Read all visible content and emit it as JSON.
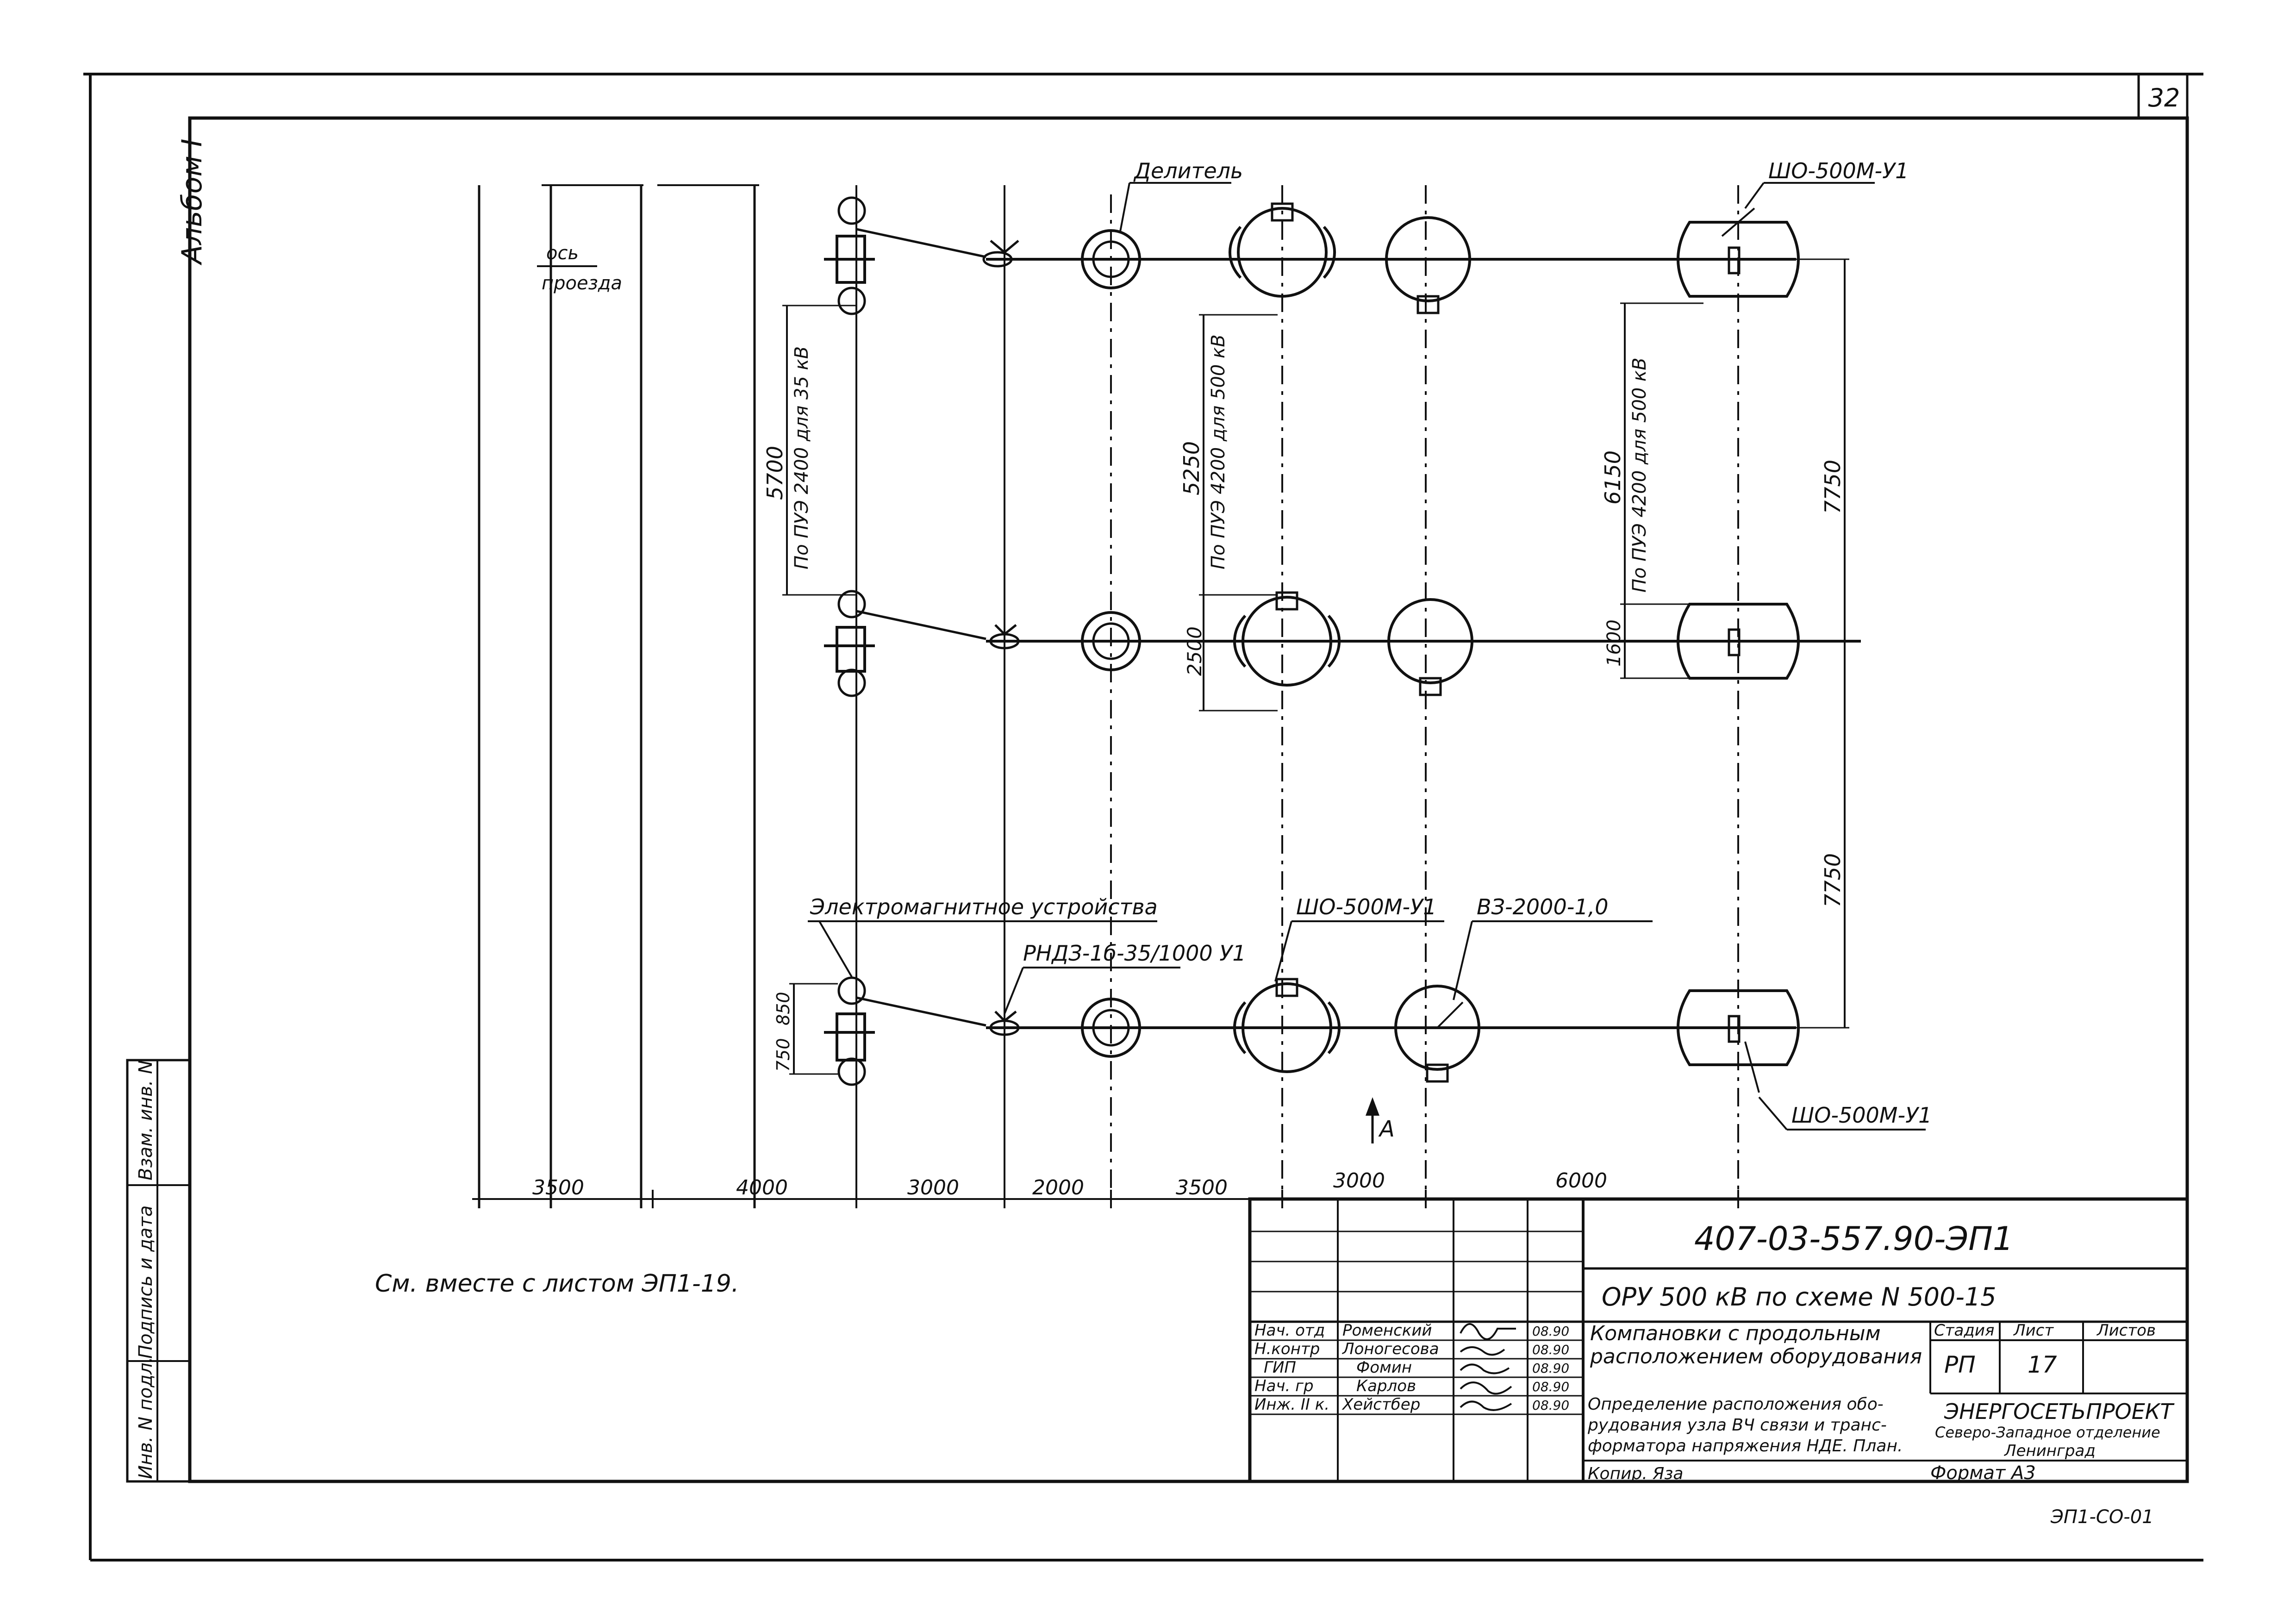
{
  "sheet": {
    "page_number": "32",
    "left_margin_title": "Альбом I",
    "see_also_note": "См. вместе с листом ЭП1-19.",
    "copy_mark": "ЭП1-СО-01",
    "arrow_label": "А"
  },
  "labels": {
    "divider": "Делитель",
    "sho_top": "ШО-500М-У1",
    "sho_bottom": "ШО-500М-У1",
    "sho_mid": "ШО-500М-У1",
    "em_device": "Электромагнитное устройства",
    "rnd": "РНДЗ-1б-35/1000 У1",
    "vz": "ВЗ-2000-1,0",
    "axis_road_1": "ось",
    "axis_road_2": "проезда"
  },
  "dimensions": {
    "bottom": [
      "3500",
      "4000",
      "3000",
      "2000",
      "3500",
      "3000",
      "6000"
    ],
    "d5700": "5700",
    "pue2400": "По ПУЭ 2400 для 35 кВ",
    "d5250": "5250",
    "pue4200_a": "По ПУЭ 4200 для 500 кВ",
    "d6150": "6150",
    "pue4200_b": "По ПУЭ 4200 для 500 кВ",
    "d7750_top": "7750",
    "d7750_bottom": "7750",
    "d2500": "2500",
    "d1600": "1600",
    "d850": "850",
    "d750": "750"
  },
  "stamp": {
    "code": "407-03-557.90-ЭП1",
    "project": "ОРУ 500 кВ по схеме N 500-15",
    "title_1": "Компановки с продольным",
    "title_2": "расположением оборудования",
    "desc_1": "Определение расположения обо-",
    "desc_2": "рудования узла ВЧ связи и транс-",
    "desc_3": "форматора напряжения НДЕ. План.",
    "col_stage": "Стадия",
    "col_sheet": "Лист",
    "col_sheets": "Листов",
    "stage": "РП",
    "sheet_no": "17",
    "org_1": "ЭНЕРГОСЕТЬПРОЕКТ",
    "org_2": "Северо-Западное отделение",
    "org_3": "Ленинград",
    "copied": "Копир. Яза",
    "format": "Формат А3",
    "people": [
      {
        "role": "Нач. отд",
        "name": "Роменский",
        "date": "08.90"
      },
      {
        "role": "Н.контр",
        "name": "Лоногесова",
        "date": "08.90"
      },
      {
        "role": "ГИП",
        "name": "Фомин",
        "date": "08.90"
      },
      {
        "role": "Нач. гр",
        "name": "Карлов",
        "date": "08.90"
      },
      {
        "role": "Инж. II к.",
        "name": "Хейстбер",
        "date": "08.90"
      }
    ]
  },
  "side_stamp": {
    "inv_orig": "Инв. N подл.",
    "sign_date": "Подпись и дата",
    "inv_repl": "Взам. инв. N"
  }
}
